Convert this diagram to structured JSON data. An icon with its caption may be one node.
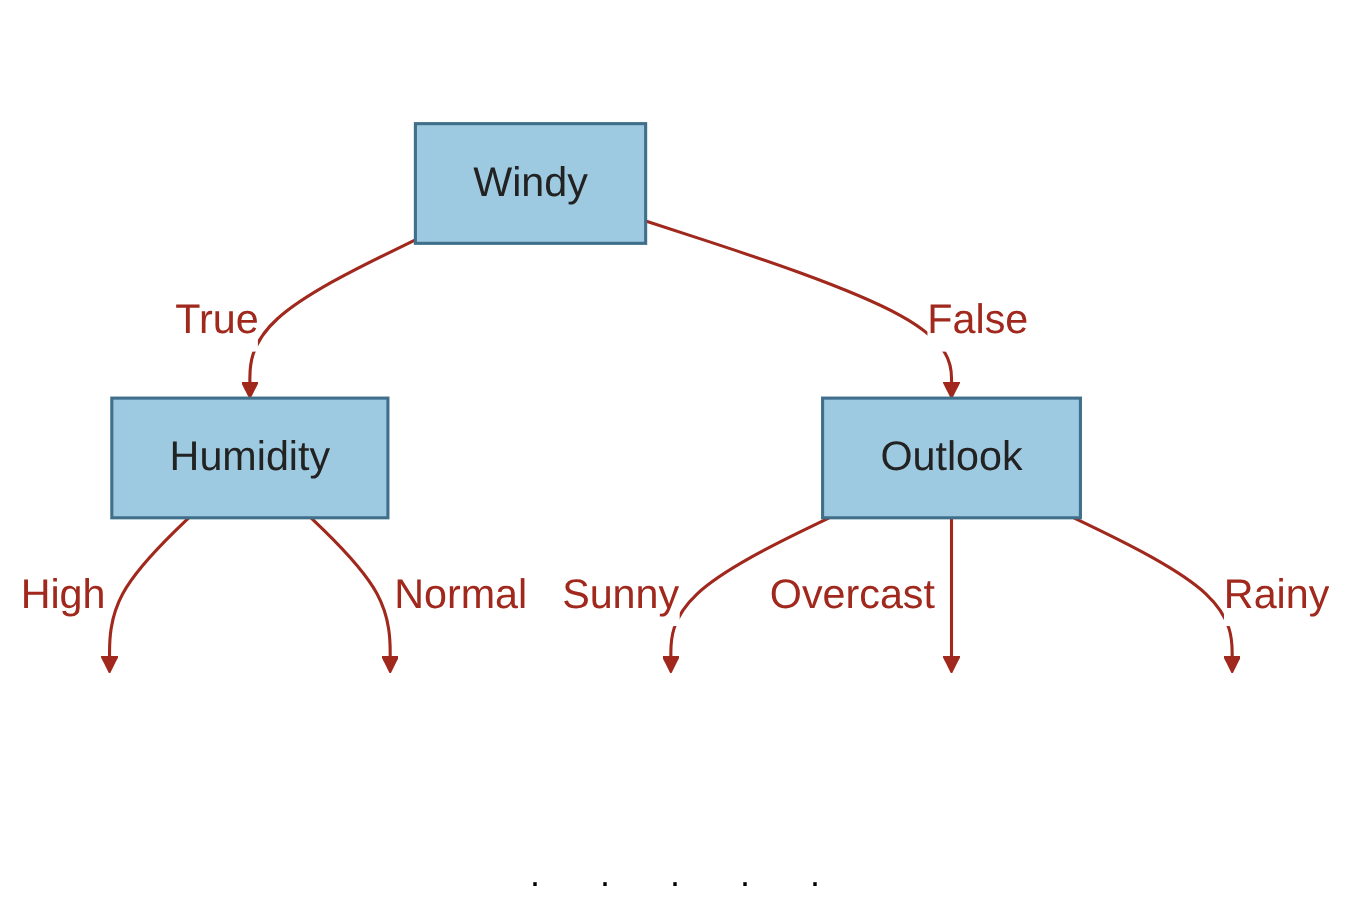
{
  "diagram": {
    "nodes": [
      {
        "text": [
          "Windy"
        ]
      },
      {
        "text": [
          "Humidity"
        ]
      },
      {
        "text": [
          "Outlook"
        ]
      }
    ],
    "edges": [
      {
        "from": 0,
        "to": 1,
        "arrow": "to",
        "label": "True"
      },
      {
        "from": 0,
        "to": 2,
        "arrow": "to",
        "label": "False"
      },
      {
        "from": 1,
        "to": null,
        "arrow": "to",
        "label": "High"
      },
      {
        "from": 1,
        "to": null,
        "arrow": "to",
        "label": "Normal"
      },
      {
        "from": 2,
        "to": null,
        "arrow": "to",
        "label": "Sunny"
      },
      {
        "from": 2,
        "to": null,
        "arrow": "to",
        "label": "Overcast"
      },
      {
        "from": 2,
        "to": null,
        "arrow": "to",
        "label": "Rainy"
      }
    ],
    "labels": [
      ".",
      ".",
      ".",
      ".",
      "."
    ]
  }
}
